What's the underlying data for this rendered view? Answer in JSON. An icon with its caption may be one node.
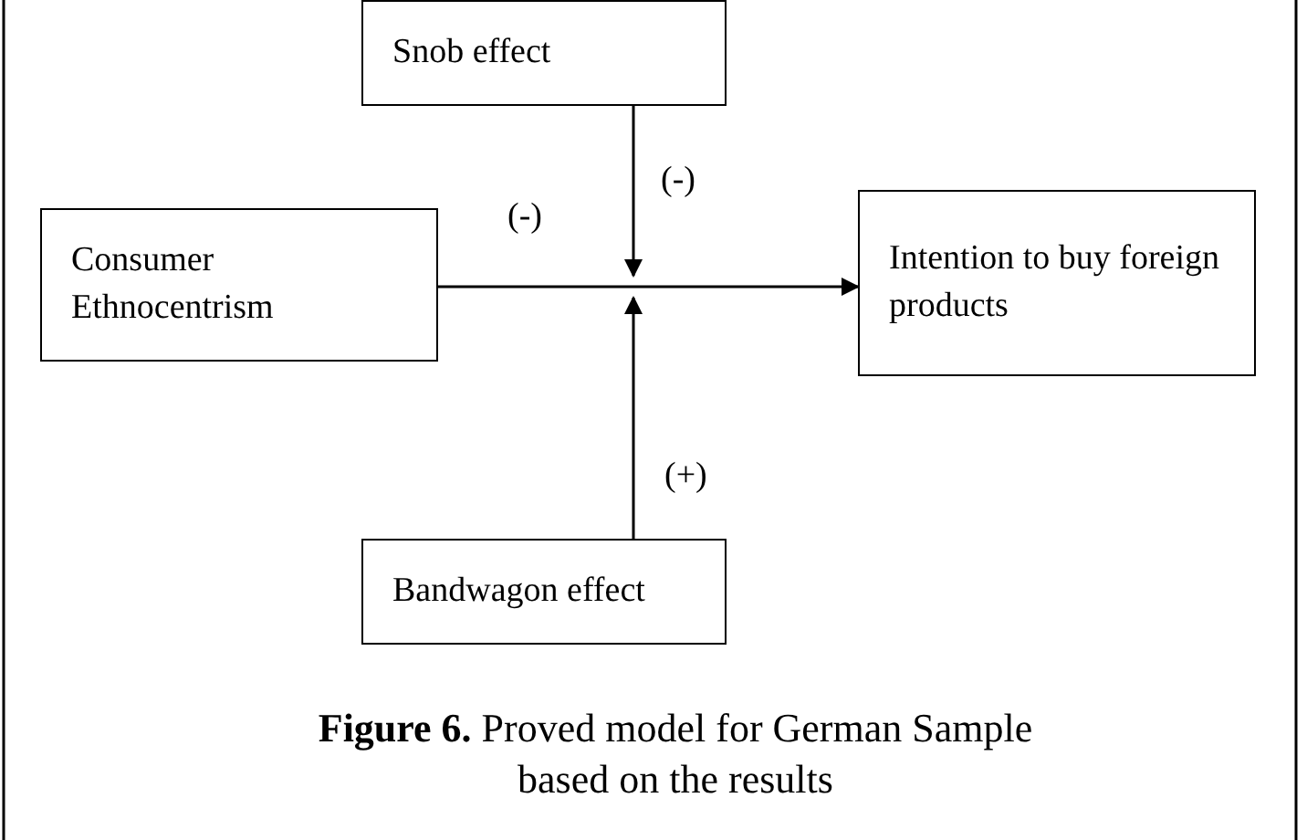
{
  "diagram": {
    "caption": "**Figure 6.** Proved model for German Sample based on the results",
    "nodes": [
      {
        "text": [
          "Snob effect"
        ]
      },
      {
        "text": [
          "Consumer Ethnocentrism"
        ]
      },
      {
        "text": [
          "Intention to buy foreign products"
        ]
      },
      {
        "text": [
          "Bandwagon effect"
        ]
      }
    ],
    "edges": [
      {
        "from": 1,
        "to": 2,
        "arrow": "to",
        "label": "(-)"
      },
      {
        "from": 0,
        "to": null,
        "arrow": "to",
        "label": "(-)"
      },
      {
        "from": 3,
        "to": null,
        "arrow": "to",
        "label": "(+)"
      }
    ]
  }
}
